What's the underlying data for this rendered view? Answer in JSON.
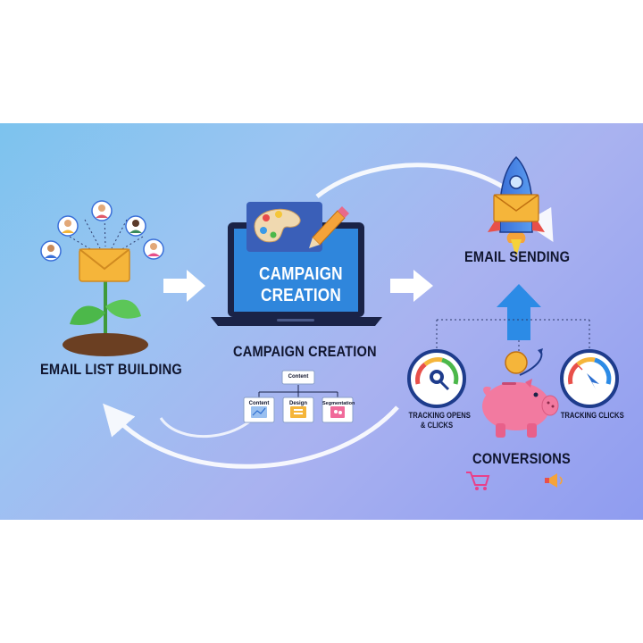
{
  "steps": {
    "list_building": "EMAIL LIST BUILDING",
    "campaign_screen": [
      "CAMPAIGN",
      "CREATION"
    ],
    "campaign_creation": "CAMPAIGN CREATION",
    "sending": "EMAIL SENDING",
    "tracking_opens": [
      "TRACKING OPENS",
      "& CLICKS"
    ],
    "tracking_clicks": "TRACKING CLICKS",
    "conversions": "CONVERSIONS"
  },
  "campaign_tree": {
    "root": "Content",
    "children": [
      "Content",
      "Design",
      "Segmentation"
    ]
  },
  "colors": {
    "envelope": "#f5b53a",
    "laptop_screen": "#2f86dc",
    "piggy": "#f27aa0",
    "arrow": "#ffffff",
    "up_arrow": "#2c8be6"
  }
}
